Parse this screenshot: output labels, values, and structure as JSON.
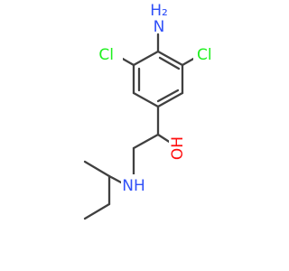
{
  "molecule": {
    "atom_labels": {
      "amino": "NH2",
      "chlorine_left": "Cl",
      "chlorine_right": "Cl",
      "hydroxyl": "OH",
      "amine": "NH"
    },
    "colors": {
      "bond": "#404040",
      "nitrogen": "#3050F8",
      "chlorine": "#1FF01F",
      "oxygen": "#FF0D0D"
    }
  }
}
